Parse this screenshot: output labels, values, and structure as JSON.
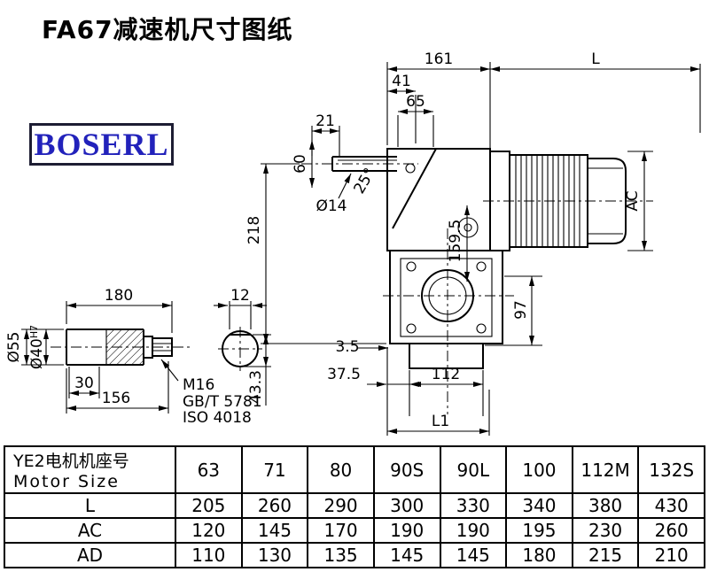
{
  "page": {
    "title": "FA67减速机尺寸图纸",
    "logo": "BOSERL"
  },
  "drawing": {
    "dims": {
      "d161": "161",
      "dL": "L",
      "d41": "41",
      "d65": "65",
      "d21": "21",
      "d60": "60",
      "dia14": "Ø14",
      "ang25": "25°",
      "d218": "218",
      "dAC": "AC",
      "d159_5": "159.5",
      "d97": "97",
      "d3_5": "3.5",
      "d37_5": "37.5",
      "d112": "112",
      "dL1": "L1"
    },
    "shaft_detail": {
      "d180": "180",
      "d12": "12",
      "dia55": "Ø55",
      "dia40": "Ø40",
      "dia40_tol": "H7",
      "d30": "30",
      "d156": "156",
      "d43_3": "43.3",
      "thread": "M16",
      "std_gb": "GB/T 5781",
      "std_iso": "ISO 4018"
    }
  },
  "table": {
    "header": {
      "line1": "YE2电机机座号",
      "line2": "Motor Size"
    },
    "sizes": [
      "63",
      "71",
      "80",
      "90S",
      "90L",
      "100",
      "112M",
      "132S"
    ],
    "rows": [
      {
        "label": "L",
        "values": [
          "205",
          "260",
          "290",
          "300",
          "330",
          "340",
          "380",
          "430"
        ]
      },
      {
        "label": "AC",
        "values": [
          "120",
          "145",
          "170",
          "190",
          "190",
          "195",
          "230",
          "260"
        ]
      },
      {
        "label": "AD",
        "values": [
          "110",
          "130",
          "135",
          "145",
          "145",
          "180",
          "215",
          "210"
        ]
      }
    ]
  }
}
